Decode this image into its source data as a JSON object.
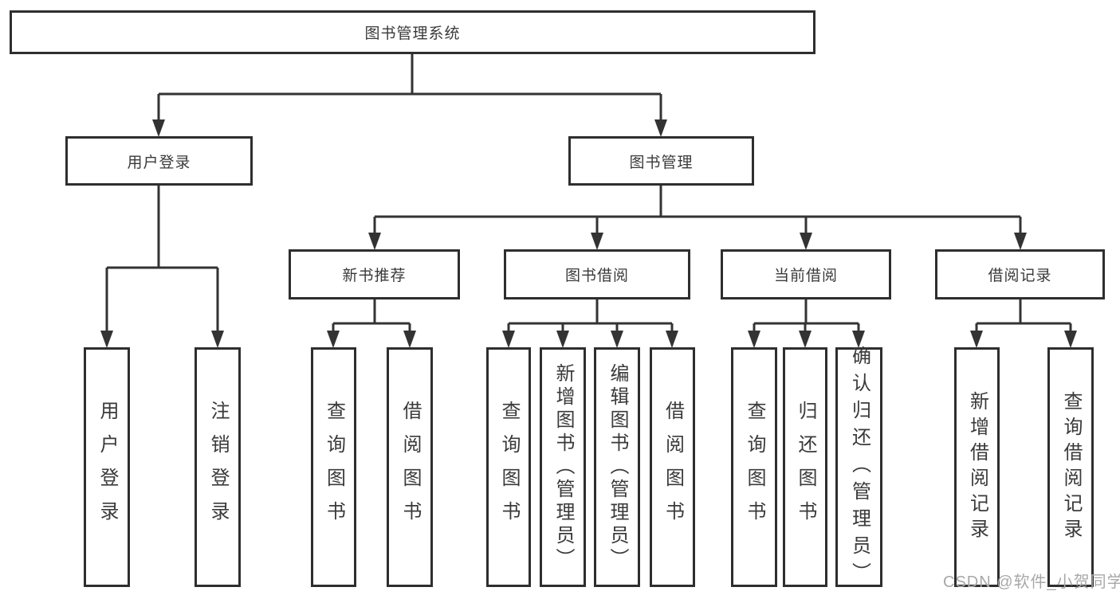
{
  "diagram": {
    "root": {
      "label": "图书管理系统"
    },
    "level2": [
      {
        "label": "用户登录",
        "leaves": [
          "用户登录",
          "注销登录"
        ]
      },
      {
        "label": "图书管理",
        "children": [
          {
            "label": "新书推荐",
            "leaves": [
              "查询图书",
              "借阅图书"
            ]
          },
          {
            "label": "图书借阅",
            "leaves": [
              "查询图书",
              "新增图书（管理员）",
              "编辑图书（管理员）",
              "借阅图书"
            ]
          },
          {
            "label": "当前借阅",
            "leaves": [
              "查询图书",
              "归还图书",
              "确认归还（管理员）"
            ]
          },
          {
            "label": "借阅记录",
            "leaves": [
              "新增借阅记录",
              "查询借阅记录"
            ]
          }
        ]
      }
    ]
  },
  "watermark": {
    "text": "CSDN @软件_小贺同学"
  },
  "colors": {
    "line": "#333333",
    "box_border": "#2e2e2e",
    "text": "#3a3a3a",
    "box_background": "#ffffff",
    "watermark": "#a8a8a8",
    "page_background": "#ffffff"
  }
}
